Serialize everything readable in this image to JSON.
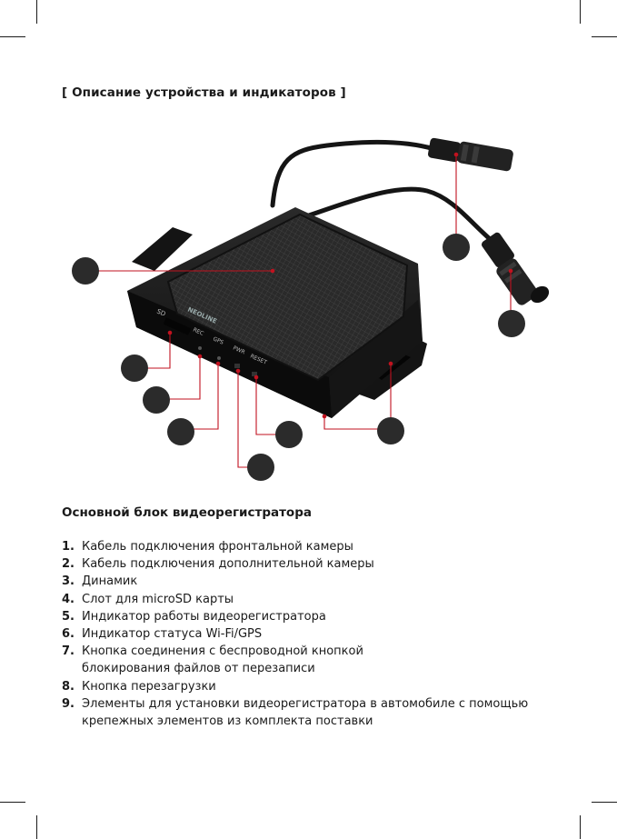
{
  "header": {
    "title": "[ Описание устройства и индикаторов ]"
  },
  "device": {
    "brand_label": "NEOLINE",
    "slot_label": "SD",
    "indicators": [
      "REC",
      "GPS",
      "PWR",
      "RESET"
    ]
  },
  "colors": {
    "callout": "#c1121f",
    "marker": "#2b2b2b",
    "device_body": "#1c1c1c"
  },
  "main_block": {
    "title": "Основной блок видеорегистратора",
    "items": [
      {
        "num": "1.",
        "text": "Кабель подключения фронтальной камеры"
      },
      {
        "num": "2.",
        "text": "Кабель подключения дополнительной камеры"
      },
      {
        "num": "3.",
        "text": "Динамик"
      },
      {
        "num": "4.",
        "text": "Слот для microSD карты"
      },
      {
        "num": "5.",
        "text": "Индикатор работы видеорегистратора"
      },
      {
        "num": "6.",
        "text": "Индикатор статуса Wi-Fi/GPS"
      },
      {
        "num": "7.",
        "text": "Кнопка соединения с беспроводной кнопкой блокирования файлов от перезаписи"
      },
      {
        "num": "8.",
        "text": "Кнопка перезагрузки"
      },
      {
        "num": "9.",
        "text": "Элементы для установки видеорегистратора в автомобиле с помощью крепежных элементов из комплекта поставки"
      }
    ]
  }
}
